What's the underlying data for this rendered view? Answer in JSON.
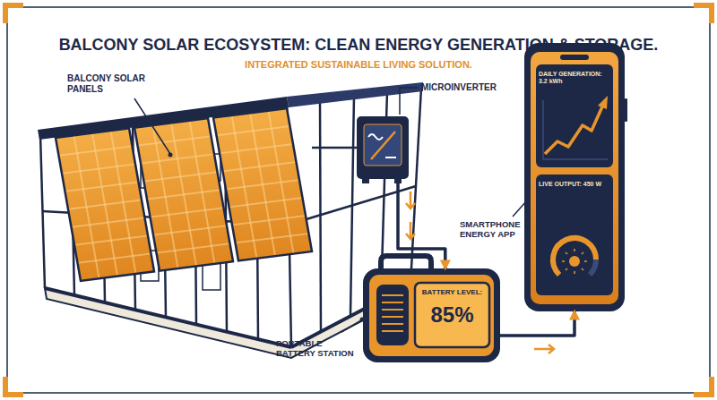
{
  "diagram": {
    "title": "BALCONY SOLAR ECOSYSTEM: CLEAN ENERGY GENERATION & STORAGE.",
    "nodes": [
      {
        "text": [
          "BALCONY SOLAR PANELS"
        ]
      },
      {
        "text": [
          "MICROINVERTER"
        ]
      },
      {
        "text": [
          "PORTABLE BATTERY STATION",
          "BATTERY LEVEL:",
          "85%"
        ]
      },
      {
        "text": [
          "SMARTPHONE ENERGY APP",
          "DAILY GENERATION: 3.2 kWh",
          "LIVE OUTPUT: 450 W"
        ]
      }
    ],
    "edges": [
      {
        "from": 0,
        "to": 1,
        "arrow": "none"
      },
      {
        "from": 1,
        "to": 2,
        "arrow": "to"
      },
      {
        "from": 2,
        "to": 3,
        "arrow": "to"
      }
    ],
    "labels": [
      "INTEGRATED SUSTAINABLE LIVING SOLUTION."
    ]
  }
}
